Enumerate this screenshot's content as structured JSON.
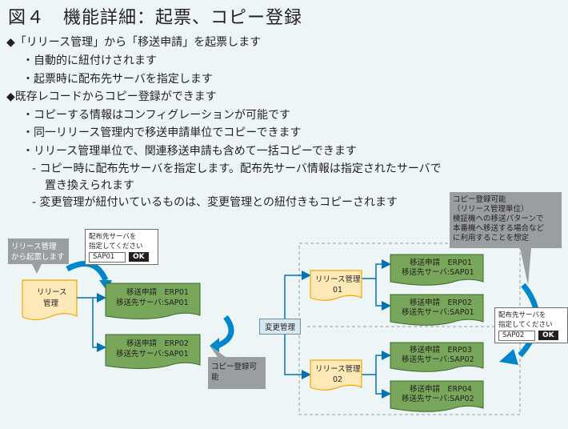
{
  "title": "図４　機能詳細：起票、コピー登録",
  "lines": [
    "◆「リリース管理」から「移送申請」を起票します",
    "・自動的に紐付けされます",
    "・起票時に配布先サーバを指定します",
    "◆既存レコードからコピー登録ができます",
    "・コピーする情報はコンフィグレーションが可能です",
    "・同一リリース管理内で移送申請単位でコピーできます",
    "・リリース管理単位で、関連移送申請も含めて一括コピーできます",
    "- コピー時に配布先サーバを指定します。配布先サーバ情報は指定されたサーバで",
    "置き換えられます",
    "- 変更管理が紐付いているものは、変更管理との紐付きもコピーされます"
  ],
  "left": {
    "callout": [
      "リリース管理",
      "から起票します"
    ],
    "dialog": {
      "label1": "配布先サーバを",
      "label2": "指定してください",
      "value": "SAP01",
      "ok": "OK"
    },
    "release": [
      "リリース",
      "管理"
    ],
    "erp01": [
      "移送申請　ERP01",
      "移送先サーバ:SAP01"
    ],
    "erp02": [
      "移送申請　ERP02",
      "移送先サーバ:SAP01"
    ],
    "copy_callout": [
      "コピー登録可",
      "能"
    ]
  },
  "right": {
    "henko": "変更管理",
    "release01": [
      "リリース管理",
      "01"
    ],
    "release02": [
      "リリース管理",
      "02"
    ],
    "erp01": [
      "移送申請　ERP01",
      "移送先サーバ:SAP01"
    ],
    "erp02": [
      "移送申請　ERP02",
      "移送先サーバ:SAP01"
    ],
    "erp03": [
      "移送申請　ERP03",
      "移送先サーバ:SAP02"
    ],
    "erp04": [
      "移送申請　ERP04",
      "移送先サーバ:SAP02"
    ],
    "callout": [
      "コピー登録可能",
      "（リリース管理単位）",
      "検証機への移送パターンで",
      "本番機へ移送する場合など",
      "に利用することを想定"
    ],
    "dialog": {
      "label1": "配布先サーバを",
      "label2": "指定してください",
      "value": "SAP02",
      "ok": "OK"
    }
  },
  "colors": {
    "background": "#eef5f7",
    "release_fill": "#fde9b8",
    "release_stroke": "#f7a600",
    "transfer_fill": "#78a65a",
    "transfer_stroke": "#3a6a28",
    "connector": "#0073b7",
    "arrow": "#0086cb",
    "callout_gray": "#9a9ea1"
  }
}
